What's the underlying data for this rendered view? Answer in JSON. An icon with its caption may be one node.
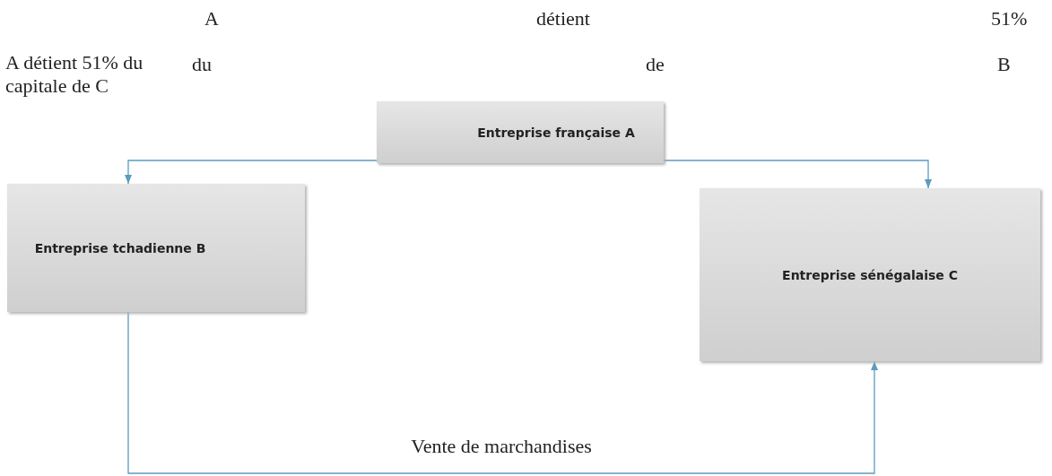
{
  "diagram": {
    "nodes": [
      {
        "text": [
          "Entreprise française A"
        ]
      },
      {
        "text": [
          "Entreprise tchadienne B"
        ]
      },
      {
        "text": [
          "Entreprise sénégalaise C"
        ]
      }
    ],
    "edges": [
      {
        "from": 0,
        "to": 1,
        "arrow": "to"
      },
      {
        "from": 0,
        "to": 2,
        "arrow": "to"
      },
      {
        "from": 1,
        "to": 2,
        "arrow": "to",
        "label": "Vente de marchandises"
      }
    ],
    "labels": [
      "A",
      "détient",
      "51%",
      "A détient 51% du capitale de C",
      "du",
      "de",
      "B"
    ]
  }
}
